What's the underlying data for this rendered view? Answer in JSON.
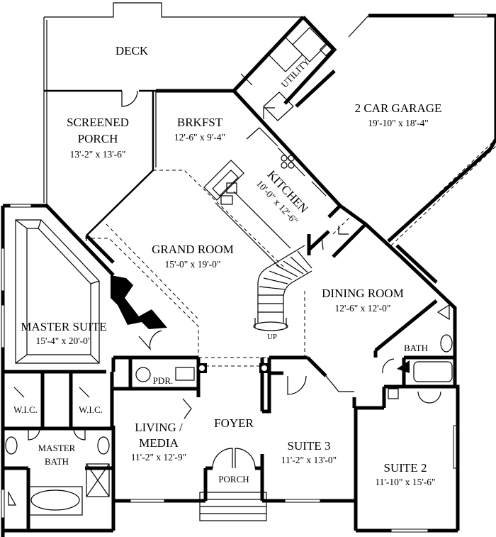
{
  "rooms": {
    "deck": {
      "name": "DECK"
    },
    "screened_porch": {
      "name_line1": "SCREENED",
      "name_line2": "PORCH",
      "dims": "13'-2\" x 13'-6\""
    },
    "brkfst": {
      "name": "BRKFST",
      "dims": "12'-6\" x 9'-4\""
    },
    "utility": {
      "name": "UTILITY"
    },
    "garage": {
      "name": "2 CAR GARAGE",
      "dims": "19'-10\" x 18'-4\""
    },
    "kitchen": {
      "name": "KITCHEN",
      "dims": "10'-0\" x 12'-6\""
    },
    "grand_room": {
      "name": "GRAND ROOM",
      "dims": "15'-0\" x 19'-0\""
    },
    "dining_room": {
      "name": "DINING ROOM",
      "dims": "12'-6\" x 12'-0\""
    },
    "master_suite": {
      "name": "MASTER SUITE",
      "dims": "15'-4\" x 20'-0\""
    },
    "bath": {
      "name": "BATH"
    },
    "pdr": {
      "name": "PDR."
    },
    "wic_left": {
      "name": "W.I.C."
    },
    "wic_right": {
      "name": "W.I.C."
    },
    "foyer": {
      "name": "FOYER"
    },
    "living_media": {
      "name_line1": "LIVING /",
      "name_line2": "MEDIA",
      "dims": "11'-2\" x 12'-9\""
    },
    "master_bath": {
      "name_line1": "MASTER",
      "name_line2": "BATH"
    },
    "suite3": {
      "name": "SUITE 3",
      "dims": "11'-2\" x 13'-0\""
    },
    "suite2": {
      "name": "SUITE 2",
      "dims": "11'-10\" x 15'-6\""
    },
    "porch": {
      "name": "PORCH"
    }
  },
  "stairs": {
    "label": "UP"
  }
}
